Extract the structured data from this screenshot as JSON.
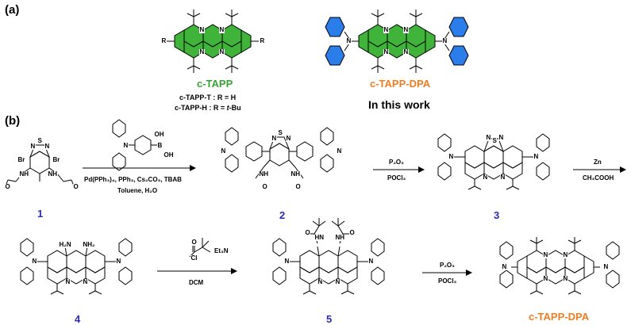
{
  "panels": {
    "a": "(a)",
    "b": "(b)"
  },
  "compounds": {
    "ctapp": "c-TAPP",
    "ctapp_t": "c-TAPP-T : R = H",
    "ctapp_h_prefix": "c-TAPP-H : R = ",
    "ctapp_h_r": "t",
    "ctapp_h_suffix": "-Bu",
    "ctapp_dpa": "c-TAPP-DPA",
    "in_this_work": "In this work",
    "n1": "1",
    "n2": "2",
    "n3": "3",
    "n4": "4",
    "n5": "5",
    "final": "c-TAPP-DPA"
  },
  "atoms": {
    "R": "R",
    "N": "N",
    "S": "S",
    "Br": "Br",
    "NH": "NH",
    "O": "O",
    "B": "B",
    "OH": "OH",
    "H2N": "H₂N",
    "NH2": "NH₂",
    "Cl": "Cl",
    "Et3N": "Et₃N",
    "HN": "HN"
  },
  "conditions": {
    "step1_line1": "Pd(PPh₃)₄, PPh₃, Cs₂CO₃, TBAB",
    "step1_line2": "Toluene, H₂O",
    "step2_line1": "P₂O₅",
    "step2_line2": "POCl₃",
    "step3_line1": "Zn",
    "step3_line2": "CH₃COOH",
    "step4_line1": "DCM",
    "step5_line1": "P₂O₅",
    "step5_line2": "POCl₃"
  },
  "colors": {
    "green": "#3aa335",
    "orange": "#ef7d22",
    "blue": "#2b2bb5",
    "ring_green": "#3fb33a",
    "ring_blue": "#2b7de9"
  }
}
